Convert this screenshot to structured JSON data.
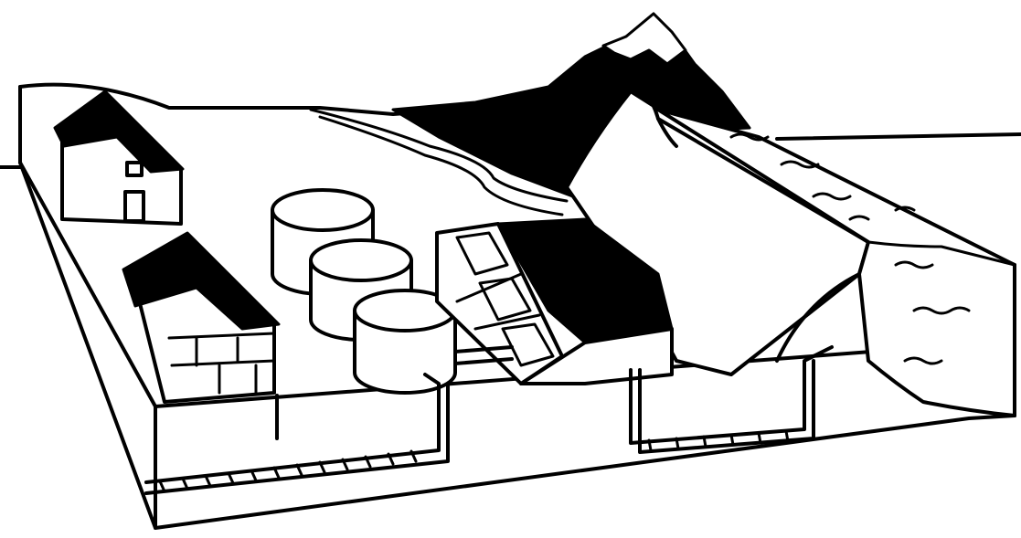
{
  "diagram": {
    "subject": "water-treatment-plant-cutaway",
    "colors": {
      "ink": "#000000",
      "paper": "#ffffff"
    },
    "elements": [
      "house",
      "pump-house",
      "storage-tanks",
      "treatment-basins",
      "dam",
      "reservoir",
      "river",
      "mountain",
      "underground-pipes"
    ]
  }
}
